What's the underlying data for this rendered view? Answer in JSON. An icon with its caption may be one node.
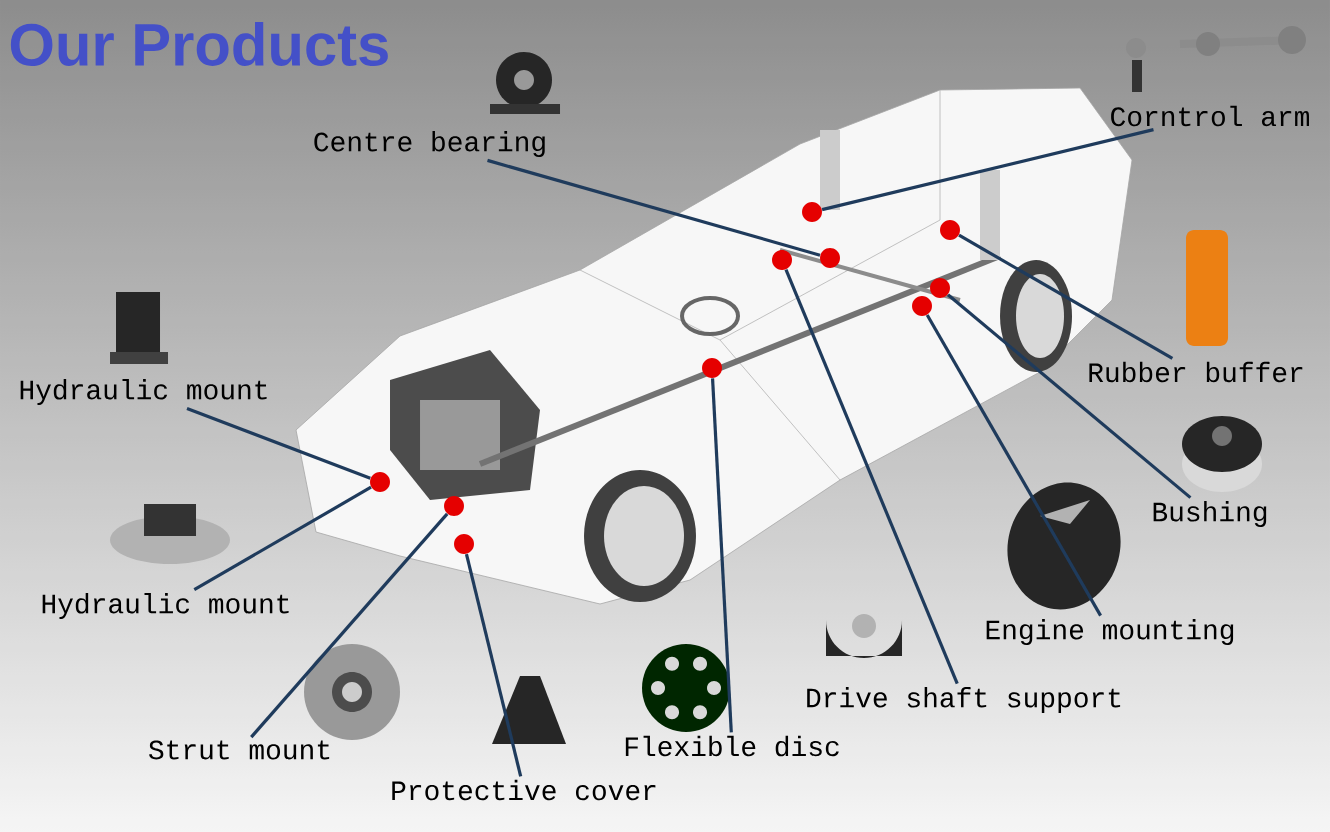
{
  "diagram": {
    "title": "Our Products",
    "nodes": [
      {
        "text": [
          "Centre bearing"
        ]
      },
      {
        "text": [
          "Corntrol arm"
        ]
      },
      {
        "text": [
          "Hydraulic mount"
        ]
      },
      {
        "text": [
          "Rubber buffer"
        ]
      },
      {
        "text": [
          "Bushing"
        ]
      },
      {
        "text": [
          "Hydraulic mount"
        ]
      },
      {
        "text": [
          "Engine mounting"
        ]
      },
      {
        "text": [
          "Drive shaft support"
        ]
      },
      {
        "text": [
          "Strut mount"
        ]
      },
      {
        "text": [
          "Flexible disc"
        ]
      },
      {
        "text": [
          "Protective cover"
        ]
      },
      {
        "text": [],
        "shape": "circle"
      },
      {
        "text": [],
        "shape": "circle"
      },
      {
        "text": [],
        "shape": "circle"
      },
      {
        "text": [],
        "shape": "circle"
      },
      {
        "text": [],
        "shape": "circle"
      },
      {
        "text": [],
        "shape": "circle"
      },
      {
        "text": [],
        "shape": "circle"
      },
      {
        "text": [],
        "shape": "circle"
      },
      {
        "text": [],
        "shape": "circle"
      },
      {
        "text": [],
        "shape": "circle"
      }
    ],
    "edges": [
      {
        "from": 0,
        "to": 17,
        "arrow": "none"
      },
      {
        "from": 1,
        "to": 16,
        "arrow": "none"
      },
      {
        "from": 2,
        "to": 11,
        "arrow": "none"
      },
      {
        "from": 3,
        "to": 20,
        "arrow": "none"
      },
      {
        "from": 4,
        "to": 19,
        "arrow": "none"
      },
      {
        "from": 5,
        "to": 11,
        "arrow": "none"
      },
      {
        "from": 6,
        "to": 18,
        "arrow": "none"
      },
      {
        "from": 7,
        "to": 15,
        "arrow": "none"
      },
      {
        "from": 8,
        "to": 12,
        "arrow": "none"
      },
      {
        "from": 9,
        "to": 14,
        "arrow": "none"
      },
      {
        "from": 10,
        "to": 13,
        "arrow": "none"
      }
    ]
  }
}
